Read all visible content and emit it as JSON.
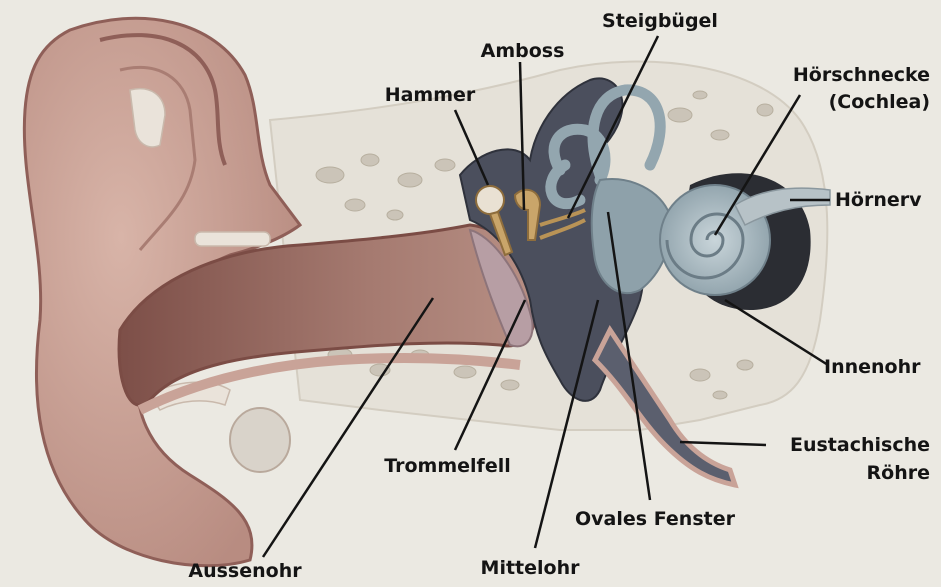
{
  "diagram": {
    "labels": {
      "steigbuegel": "Steigbügel",
      "amboss": "Amboss",
      "hammer": "Hammer",
      "hoerschnecke": "Hörschnecke",
      "cochlea": "(Cochlea)",
      "hoernerv": "Hörnerv",
      "innenohr": "Innenohr",
      "eustachische": "Eustachische",
      "roehre": "Röhre",
      "trommelfell": "Trommelfell",
      "ovales_fenster": "Ovales Fenster",
      "aussenohr": "Aussenohr",
      "mittelohr": "Mittelohr"
    },
    "colors": {
      "background": "#ebe9e2",
      "skin": "#c9a398",
      "skin_dark": "#8f5f58",
      "bone": "#e6e2da",
      "bone_pore": "#c9c2b6",
      "canal": "#9b6e66",
      "middle_ear": "#4a4e5c",
      "inner_ear": "#9fb1b9",
      "ossicles": "#c9a56a",
      "leader": "#141414"
    }
  }
}
